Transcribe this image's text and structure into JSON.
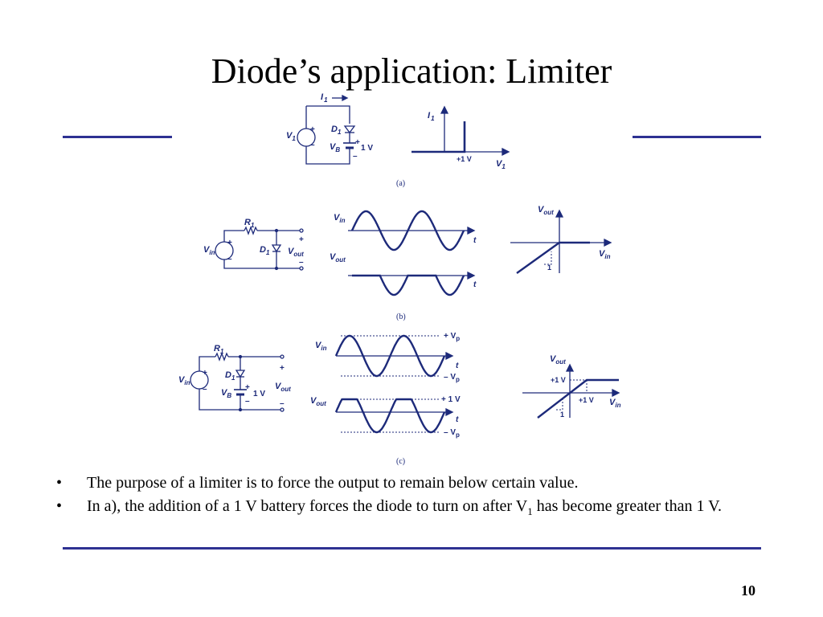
{
  "slide": {
    "title": "Diode’s application:  Limiter",
    "page_number": "10"
  },
  "figure": {
    "a": {
      "caption": "(a)",
      "I": "I",
      "I_sub": "1",
      "V": "V",
      "V_sub": "1",
      "D": "D",
      "D_sub": "1",
      "VB": "V",
      "VB_sub": "B",
      "battery": "1 V",
      "plot_I": "I",
      "plot_I_sub": "1",
      "plot_x_tick": "+1 V",
      "plot_V": "V",
      "plot_V_sub": "1",
      "plus": "+",
      "minus": "–"
    },
    "b": {
      "caption": "(b)",
      "R": "R",
      "R_sub": "1",
      "D": "D",
      "D_sub": "1",
      "Vin": "V",
      "Vin_sub": "in",
      "Vout": "V",
      "Vout_sub": "out",
      "t": "t",
      "one": "1",
      "plus": "+",
      "minus": "–"
    },
    "c": {
      "caption": "(c)",
      "R": "R",
      "R_sub": "1",
      "D": "D",
      "D_sub": "1",
      "VB": "V",
      "VB_sub": "B",
      "battery": "1 V",
      "Vin": "V",
      "Vin_sub": "in",
      "Vout": "V",
      "Vout_sub": "out",
      "t": "t",
      "plusVp": "+ V",
      "minusVp": "– V",
      "p_sub": "p",
      "plus1V": "+ 1 V",
      "tf_plus1V_y": "+1 V",
      "tf_plus1V_x": "+1 V",
      "one": "1",
      "plus": "+",
      "minus": "–"
    }
  },
  "bullets": [
    {
      "text": "The purpose of a limiter is to force the output to remain below certain value."
    },
    {
      "pre": "In a), the addition of a 1 V battery forces the diode to turn on after V",
      "sub": "1",
      "post": " has become greater than 1 V."
    }
  ],
  "bullet_char": "•",
  "colors": {
    "rule": "#2e3192",
    "figure_ink": "#1d2a7a"
  }
}
